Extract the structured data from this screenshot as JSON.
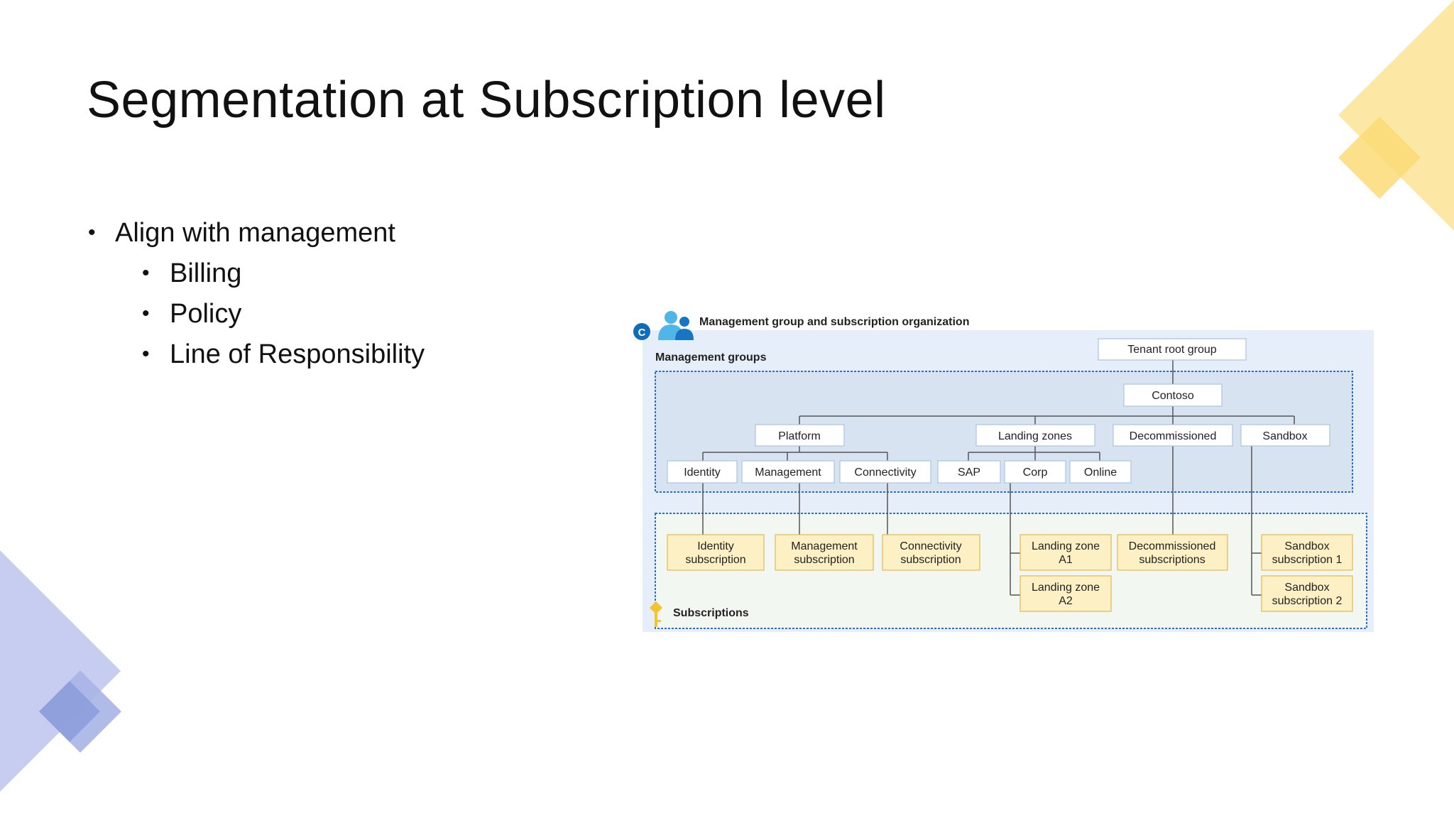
{
  "slide": {
    "title": "Segmentation at Subscription level",
    "bullets": [
      {
        "level": 1,
        "text": "Align with management"
      },
      {
        "level": 2,
        "text": "Billing"
      },
      {
        "level": 2,
        "text": "Policy"
      },
      {
        "level": 2,
        "text": "Line of Responsibility"
      }
    ]
  },
  "diagram": {
    "badge_letter": "C",
    "heading": "Management group and subscription organization",
    "mg_label": "Management groups",
    "subs_label": "Subscriptions",
    "nodes": {
      "tenant_root": "Tenant root group",
      "contoso": "Contoso",
      "platform": "Platform",
      "landing_zones": "Landing zones",
      "decommissioned": "Decommissioned",
      "sandbox": "Sandbox",
      "identity": "Identity",
      "management": "Management",
      "connectivity": "Connectivity",
      "sap": "SAP",
      "corp": "Corp",
      "online": "Online"
    },
    "subscriptions": {
      "identity": [
        "Identity",
        "subscription"
      ],
      "management": [
        "Management",
        "subscription"
      ],
      "connectivity": [
        "Connectivity",
        "subscription"
      ],
      "lz_a1": [
        "Landing zone",
        "A1"
      ],
      "lz_a2": [
        "Landing zone",
        "A2"
      ],
      "decommissioned": [
        "Decommissioned",
        "subscriptions"
      ],
      "sandbox1": [
        "Sandbox",
        "subscription 1"
      ],
      "sandbox2": [
        "Sandbox",
        "subscription 2"
      ]
    },
    "colors": {
      "outer_bg": "#e6eff9",
      "mg_panel": "#d7e3f0",
      "subs_panel": "#f3f7f1",
      "dashed_border": "#2f6fc6",
      "mg_box": "#ffffff",
      "sub_box": "#fdf0c4",
      "sub_box_border": "#e2b857",
      "connector": "#555555",
      "badge": "#0f6cbd",
      "deco_yellow": "#fde7a4",
      "deco_blue": "#c6cdf0"
    },
    "icons": [
      "users-icon",
      "key-icon"
    ]
  }
}
